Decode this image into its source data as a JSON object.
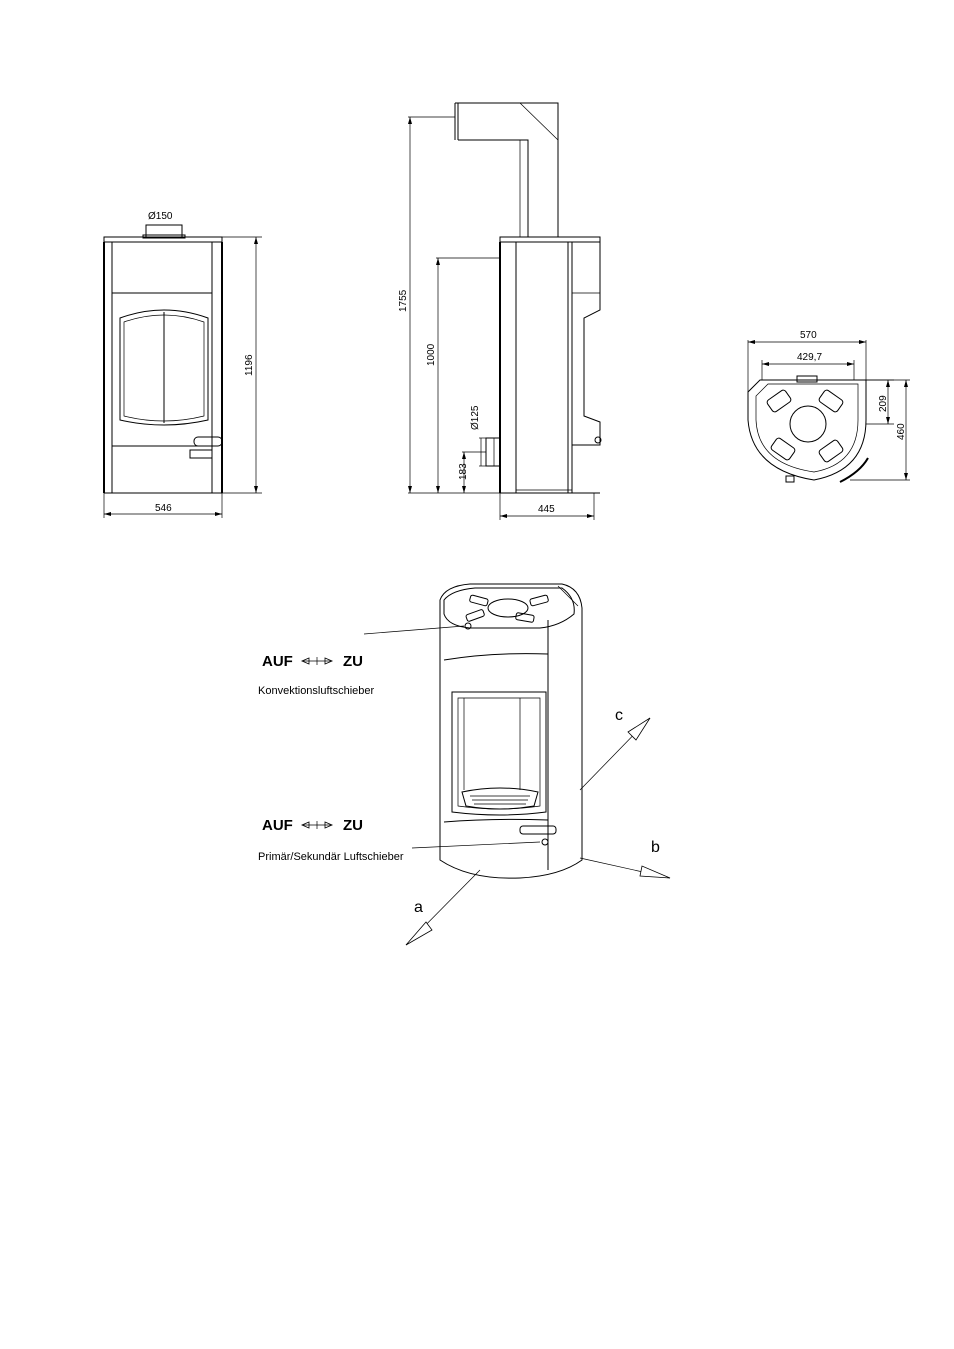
{
  "front_view": {
    "flue_diameter": "Ø150",
    "height": "1196",
    "width": "546"
  },
  "side_view": {
    "total_height": "1755",
    "flue_height": "1000",
    "inlet_diameter": "Ø125",
    "inlet_height": "183",
    "depth": "445"
  },
  "top_view": {
    "outer_width": "570",
    "inner_width": "429,7",
    "front_depth": "209",
    "total_depth": "460"
  },
  "iso_view": {
    "convection_slider": {
      "open": "AUF",
      "close": "ZU",
      "label": "Konvektionsluftschieber"
    },
    "primary_slider": {
      "open": "AUF",
      "close": "ZU",
      "label": "Primär/Sekundär Luftschieber"
    },
    "axes": {
      "a": "a",
      "b": "b",
      "c": "c"
    }
  }
}
